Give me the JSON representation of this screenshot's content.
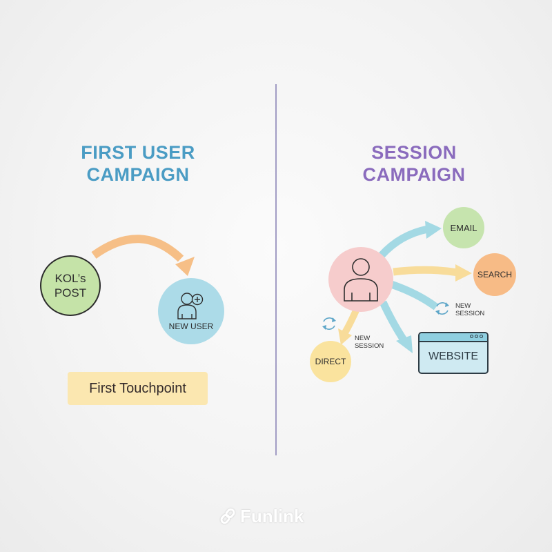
{
  "left_panel": {
    "title_line1": "FIRST USER",
    "title_line2": "CAMPAIGN",
    "title_color": "#4a9cc4",
    "source_node": {
      "line1": "KOL’s",
      "line2": "POST",
      "color": "#c5e3a8"
    },
    "target_node": {
      "label": "NEW USER",
      "icon": "user-add-icon",
      "color": "#acdbe8"
    },
    "arrow_color": "#f6bf87",
    "caption": "First Touchpoint",
    "caption_bg": "#fbe7b0"
  },
  "right_panel": {
    "title_line1": "SESSION",
    "title_line2": "CAMPAIGN",
    "title_color": "#8a6bbd",
    "center_node": {
      "icon": "user-icon",
      "color": "#f6cccc"
    },
    "channels": [
      {
        "label": "EMAIL",
        "color": "#c6e4ae",
        "arrow_color": "#9fd6e2"
      },
      {
        "label": "SEARCH",
        "color": "#f7bb86",
        "arrow_color": "#f8dc9a"
      },
      {
        "label": "WEBSITE",
        "color": "#cfeaf2",
        "arrow_color": "#9fd6e2"
      },
      {
        "label": "DIRECT",
        "color": "#fae39e",
        "arrow_color": "#f8dc9a"
      }
    ],
    "session_notes": [
      {
        "line1": "NEW",
        "line2": "SESSION",
        "icon": "refresh-icon"
      },
      {
        "line1": "NEW",
        "line2": "SESSION",
        "icon": "refresh-icon"
      }
    ]
  },
  "divider_color": "#a19cc4",
  "brand": {
    "name": "Funlink",
    "icon": "link-icon"
  }
}
